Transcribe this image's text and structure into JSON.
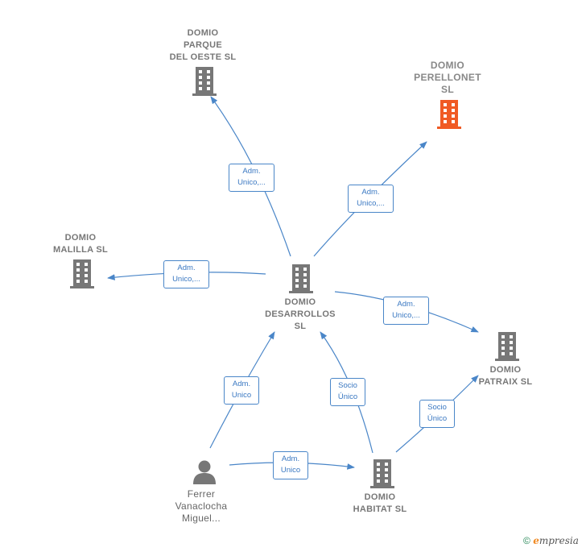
{
  "nodes": {
    "parque": {
      "label": "DOMIO\nPARQUE\nDEL OESTE  SL",
      "icon": "building-icon",
      "color": "#777777"
    },
    "perellonet": {
      "label": "DOMIO\nPERELLONET\nSL",
      "icon": "building-icon",
      "color": "#f05a24"
    },
    "malilla": {
      "label": "DOMIO\nMALILLA  SL",
      "icon": "building-icon",
      "color": "#777777"
    },
    "desarrollos": {
      "label": "DOMIO\nDESARROLLOS\nSL",
      "icon": "building-icon",
      "color": "#777777"
    },
    "patraix": {
      "label": "DOMIO\nPATRAIX  SL",
      "icon": "building-icon",
      "color": "#777777"
    },
    "habitat": {
      "label": "DOMIO\nHABITAT  SL",
      "icon": "building-icon",
      "color": "#777777"
    },
    "ferrer": {
      "label": "Ferrer\nVanaclocha\nMiguel...",
      "icon": "person-icon",
      "color": "#777777"
    }
  },
  "edges": {
    "e_parque": {
      "line1": "Adm.",
      "line2": "Unico,..."
    },
    "e_perellonet": {
      "line1": "Adm.",
      "line2": "Unico,..."
    },
    "e_malilla": {
      "line1": "Adm.",
      "line2": "Unico,..."
    },
    "e_patraix": {
      "line1": "Adm.",
      "line2": "Unico,..."
    },
    "e_ferrer_des": {
      "line1": "Adm.",
      "line2": "Unico"
    },
    "e_habitat_des": {
      "line1": "Socio",
      "line2": "Único"
    },
    "e_habitat_patraix": {
      "line1": "Socio",
      "line2": "Único"
    },
    "e_ferrer_habitat": {
      "line1": "Adm.",
      "line2": "Unico"
    }
  },
  "footer": {
    "copyright": "©",
    "brand_e": "e",
    "brand_rest": "mpresia"
  },
  "colors": {
    "edge": "#4a86c8",
    "building": "#777777",
    "highlight": "#f05a24"
  }
}
